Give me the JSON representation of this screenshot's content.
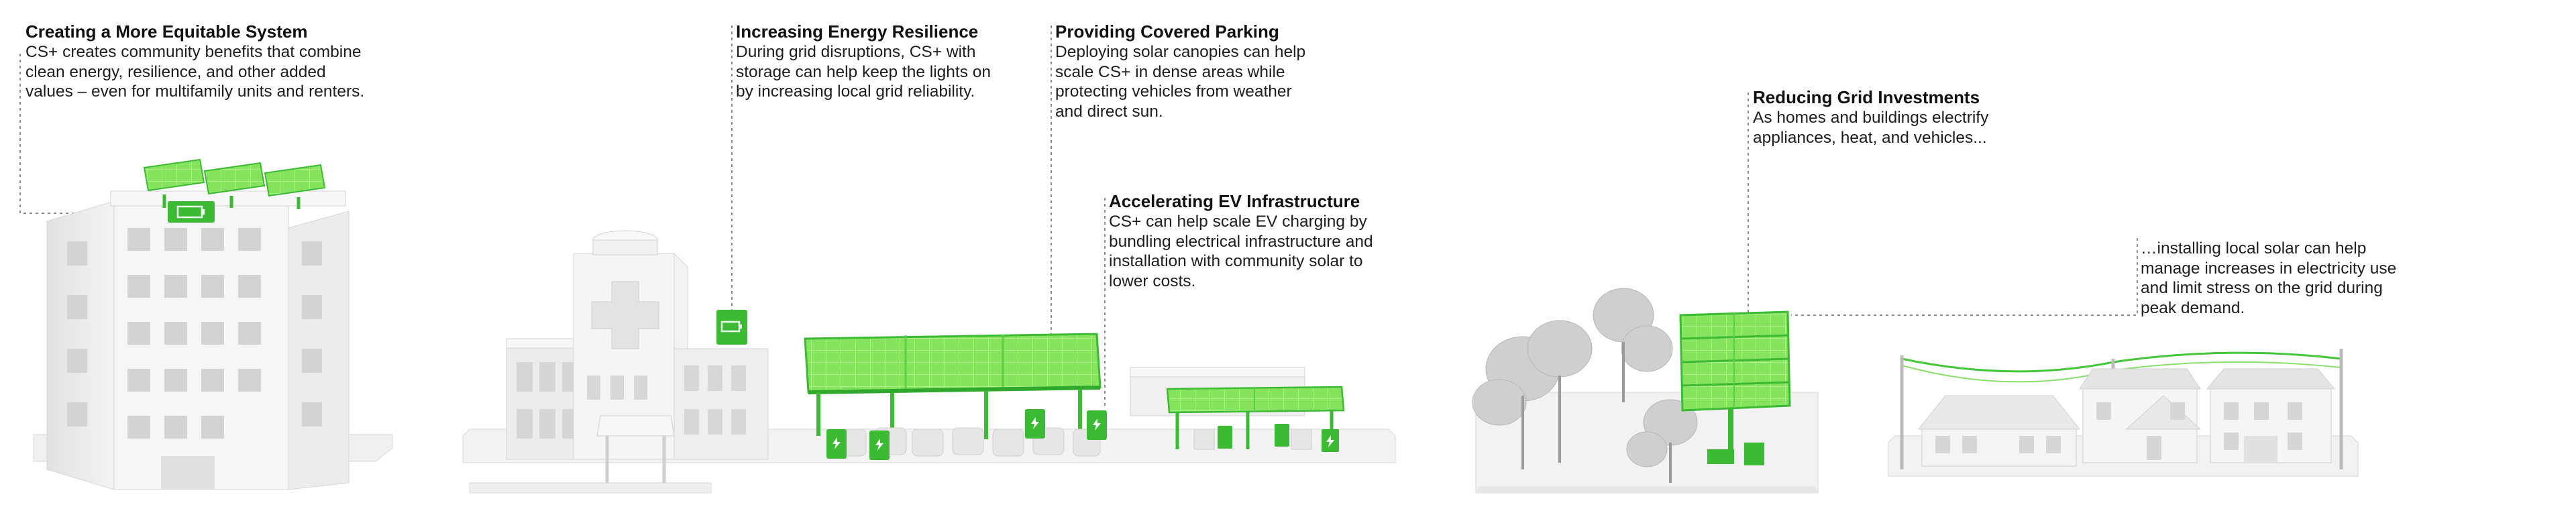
{
  "colors": {
    "accent_green": "#39c43a",
    "panel_green": "#7fe05a",
    "model_white": "#eeeeee",
    "model_shadow": "#c9c9c9"
  },
  "callouts": {
    "equitable": {
      "title": "Creating a More Equitable System",
      "body": "CS+ creates community benefits that combine\nclean energy, resilience, and other added\nvalues – even for multifamily units and renters."
    },
    "resilience": {
      "title": "Increasing Energy Resilience",
      "body": "During grid disruptions, CS+ with\nstorage can help keep the lights on\nby increasing local grid reliability."
    },
    "parking": {
      "title": "Providing Covered Parking",
      "body": "Deploying solar canopies can help\nscale CS+ in dense areas while\nprotecting vehicles from weather\nand direct sun."
    },
    "ev": {
      "title": "Accelerating EV Infrastructure",
      "body": "CS+ can help scale EV charging by\nbundling electrical infrastructure and\ninstallation with community solar to\nlower costs."
    },
    "grid": {
      "title": "Reducing Grid Investments",
      "body": "As homes and buildings electrify\nappliances, heat, and vehicles..."
    },
    "local_solar": {
      "title": "",
      "body": "…installing local solar can help\nmanage increases in electricity use\nand limit stress on the grid during\npeak demand."
    }
  },
  "icons": {
    "battery": "battery-icon",
    "ev_charger": "lightning-bolt-icon",
    "medical_cross": "medical-cross-icon"
  }
}
